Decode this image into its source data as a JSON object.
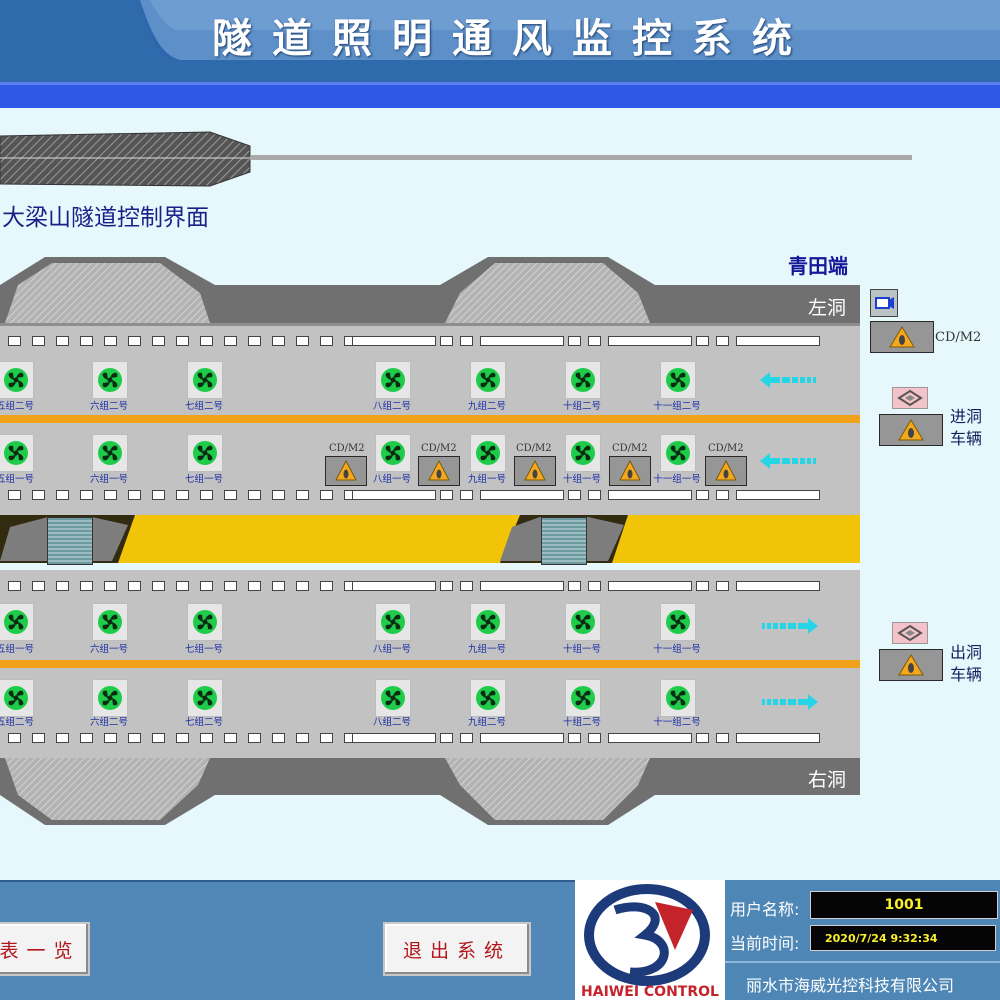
{
  "header": {
    "title": "隧道照明通风监控系统"
  },
  "page": {
    "subtitle": "大梁山隧道控制界面",
    "end_label": "青田端"
  },
  "tunnels": {
    "left_label": "左洞",
    "right_label": "右洞"
  },
  "fans": {
    "left_outer": [
      "五组二号",
      "六组二号",
      "七组二号",
      "八组二号",
      "九组二号",
      "十组二号",
      "十一组二号"
    ],
    "left_inner": [
      "五组一号",
      "六组一号",
      "七组一号",
      "八组一号",
      "九组一号",
      "十组一号",
      "十一组一号"
    ],
    "right_inner": [
      "五组一号",
      "六组一号",
      "七组一号",
      "八组一号",
      "九组一号",
      "十组一号",
      "十一组一号"
    ],
    "right_outer": [
      "五组二号",
      "六组二号",
      "七组二号",
      "八组二号",
      "九组二号",
      "十组二号",
      "十一组二号"
    ]
  },
  "detectors": {
    "label": "CD/M2",
    "items": [
      "CD/M2",
      "CD/M2",
      "CD/M2",
      "CD/M2",
      "CD/M2"
    ]
  },
  "side": {
    "cd_label": "CD/M2",
    "enter_label_1": "进洞",
    "enter_label_2": "车辆",
    "exit_label_1": "出洞",
    "exit_label_2": "车辆"
  },
  "footer": {
    "list_button": "表一览",
    "exit_button": "退出系统",
    "user_label": "用户名称:",
    "user_value": "1001",
    "time_label": "当前时间:",
    "time_value": "2020/7/24 9:32:34",
    "company": "丽水市海威光控科技有限公司",
    "logo_text": "HAIWEI CONTROL"
  },
  "colors": {
    "accent": "#2d66ac",
    "fan": "#1fcc4a",
    "road": "#f2c407",
    "alarm": "#f3a81d"
  },
  "icons": [
    "fan-icon",
    "alert-icon",
    "arrow-left-icon",
    "arrow-right-icon",
    "vehicle-detector-icon",
    "camera-icon",
    "company-logo-icon"
  ]
}
